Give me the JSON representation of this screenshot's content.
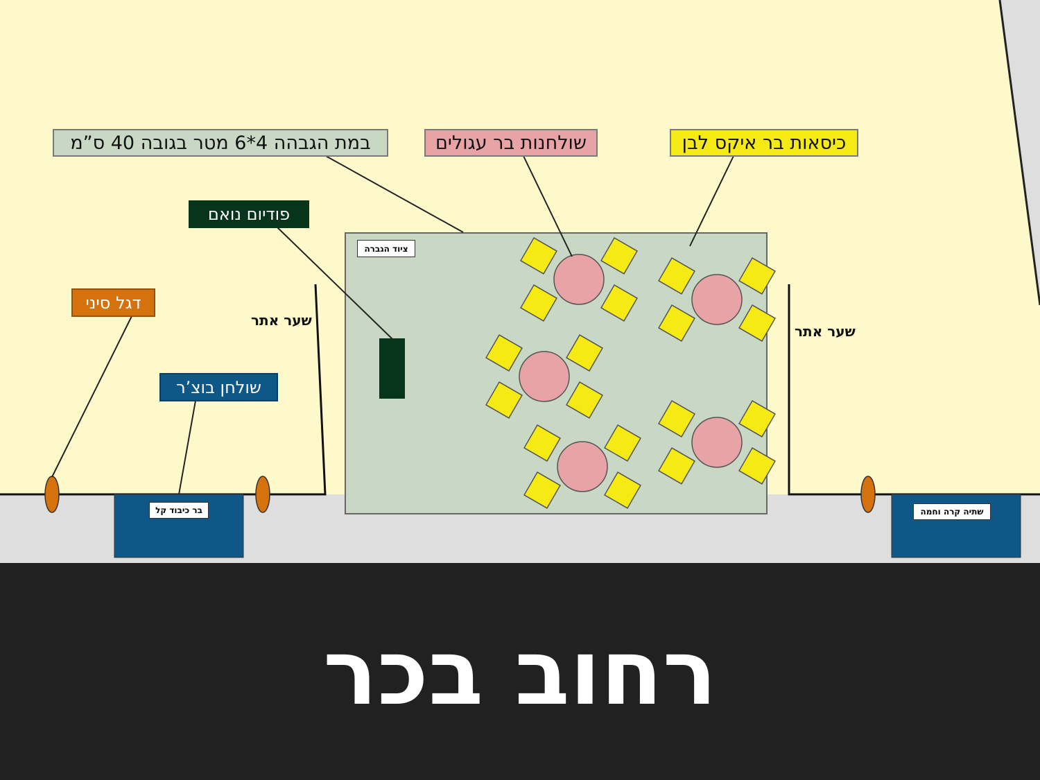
{
  "labels": {
    "stage": "במת הגבהה 4*6 מטר בגובה 40 ס”מ",
    "round_tables": "שולחנות בר עגולים",
    "x_chairs": "כיסאות בר איקס לבן",
    "podium": "פודיום נואם",
    "flag": "דגל סיני",
    "butcher_table": "שולחן בוצ’ר"
  },
  "signs": {
    "lift_equipment": "ציוד הגברה",
    "light_bar": "בר כיבוד קל",
    "drinks": "שתיה קרה וחמה"
  },
  "gates": {
    "left": "שער אתר",
    "right": "שער אתר"
  },
  "street_name": "רחוב בכר",
  "colors": {
    "background": "#fdf9cb",
    "stage": "#c8d8c4",
    "round_table": "#e8a3a6",
    "chair": "#f5ea14",
    "podium": "#06351c",
    "flag_label": "#d6720e",
    "bar": "#0e5786",
    "sidewalk": "#dedede",
    "road": "#212121"
  }
}
